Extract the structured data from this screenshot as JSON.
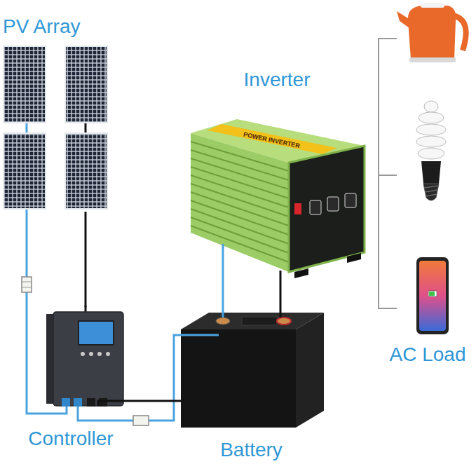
{
  "diagram": {
    "nodes": [
      {
        "text": [
          "PV Array"
        ]
      },
      {
        "text": [
          "Inverter"
        ]
      },
      {
        "text": [
          "Controller"
        ]
      },
      {
        "text": [
          "Battery"
        ]
      },
      {
        "text": [
          "AC Load"
        ]
      }
    ],
    "edges": [
      {
        "from": 0,
        "to": 2,
        "arrow": "none"
      },
      {
        "from": 2,
        "to": 3,
        "arrow": "none"
      },
      {
        "from": 3,
        "to": 1,
        "arrow": "none"
      }
    ],
    "labels": [
      "POWER INVERTER"
    ]
  }
}
